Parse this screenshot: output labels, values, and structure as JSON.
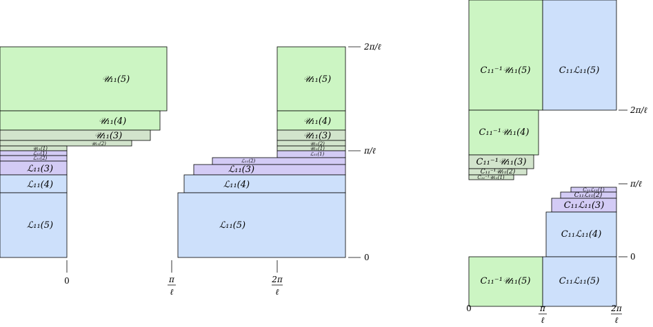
{
  "colors": {
    "green": "#ccf5c3",
    "blue": "#cde0fb",
    "lavender": "#d3cbf5",
    "grey_green": "#d2e4cc",
    "stroke": "#000000"
  },
  "left_panel": {
    "upper_labels": [
      "𝒰₁₁(5)",
      "𝒰₁₁(4)",
      "𝒰₁₁(3)",
      "𝒰₁₁(2)",
      "𝒰₁₁(1)"
    ],
    "lower_labels": [
      "ℒ₁₁(1)",
      "ℒ₁₁(2)",
      "ℒ₁₁(3)",
      "ℒ₁₁(4)",
      "ℒ₁₁(5)"
    ],
    "x_tick": "0"
  },
  "middle_panel": {
    "upper_labels": [
      "𝒰₁₁(5)",
      "𝒰₁₁(4)",
      "𝒰₁₁(3)",
      "𝒰₁₁(2)",
      "𝒰₁₁(1)",
      "ℒ₁₁(1)"
    ],
    "lower_labels": [
      "ℒ₁₁(2)",
      "ℒ₁₁(3)",
      "ℒ₁₁(4)",
      "ℒ₁₁(5)"
    ],
    "x_tick_pi_num": "π",
    "x_tick_pi_den": "ℓ",
    "x_tick_2pi_num": "2π",
    "x_tick_2pi_den": "ℓ",
    "y_ticks": [
      "2π/ℓ",
      "π/ℓ",
      "0"
    ]
  },
  "right_panel": {
    "top_left": "C₁₁⁻¹𝒰₁₁(5)",
    "top_right": "C₁₁ℒ₁₁(5)",
    "mid_labels": [
      "C₁₁⁻¹𝒰₁₁(4)",
      "C₁₁⁻¹𝒰₁₁(3)",
      "C₁₁⁻¹𝒰₁₁(2)",
      "C₁₁⁻¹𝒰₁₁(1)"
    ],
    "right_labels": [
      "C₁₁ℒ₁₁(1)",
      "C₁₁ℒ₁₁(2)",
      "C₁₁ℒ₁₁(3)",
      "C₁₁ℒ₁₁(4)"
    ],
    "bottom_left": "C₁₁⁻¹𝒰₁₁(5)",
    "bottom_right": "C₁₁ℒ₁₁(5)",
    "y_ticks": [
      "2π/ℓ",
      "π/ℓ",
      "0"
    ],
    "x_ticks": [
      "0"
    ],
    "x_tick_pi_num": "π",
    "x_tick_pi_den": "ℓ",
    "x_tick_2pi_num": "2π",
    "x_tick_2pi_den": "ℓ"
  }
}
